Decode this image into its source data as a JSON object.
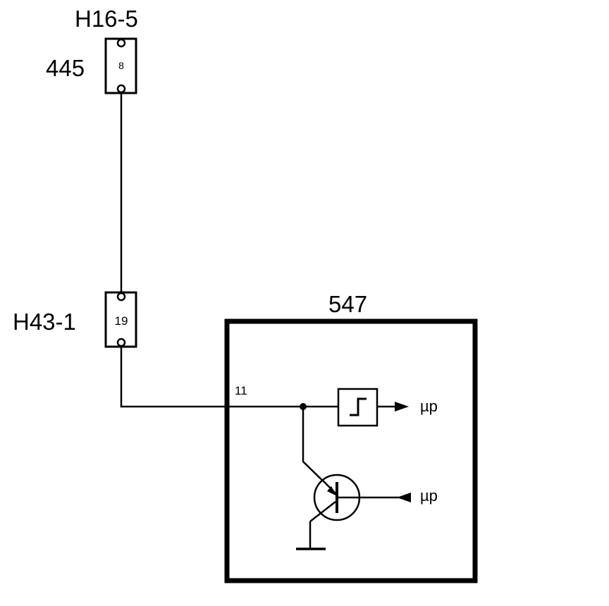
{
  "connector_top": {
    "name": "H16-5",
    "wire_number": "445",
    "pin": "8"
  },
  "connector_bottom": {
    "name": "H43-1",
    "pin": "19"
  },
  "module": {
    "id": "547",
    "pin": "11",
    "output_label": "µp",
    "input_label": "µp"
  }
}
